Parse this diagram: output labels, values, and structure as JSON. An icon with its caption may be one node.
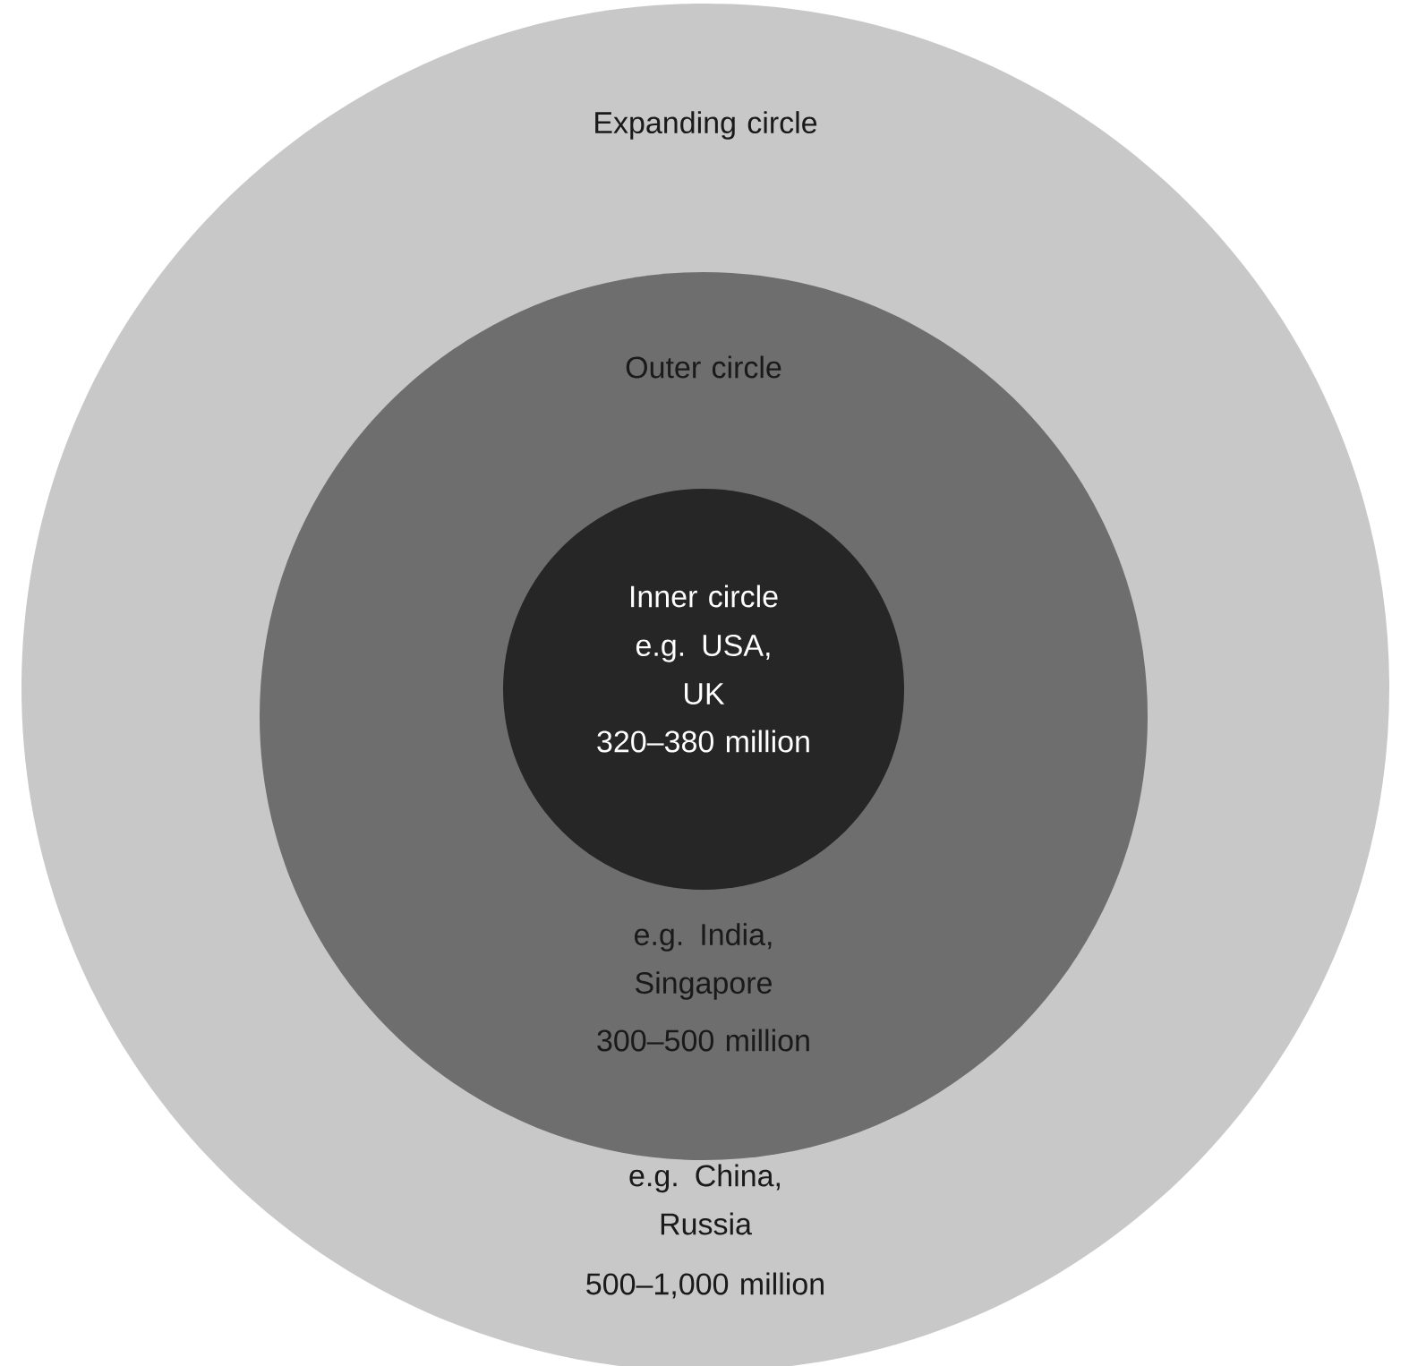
{
  "diagram": {
    "nodes": [
      {
        "text": [
          "Expanding circle",
          "e.g. China, Russia",
          "500–1,000 million"
        ]
      },
      {
        "text": [
          "Outer circle",
          "e.g. India, Singapore",
          "300–500 million"
        ],
        "in": 0
      },
      {
        "text": [
          "Inner circle",
          "e.g. USA, UK",
          "320–380 million"
        ],
        "in": 1
      }
    ]
  }
}
